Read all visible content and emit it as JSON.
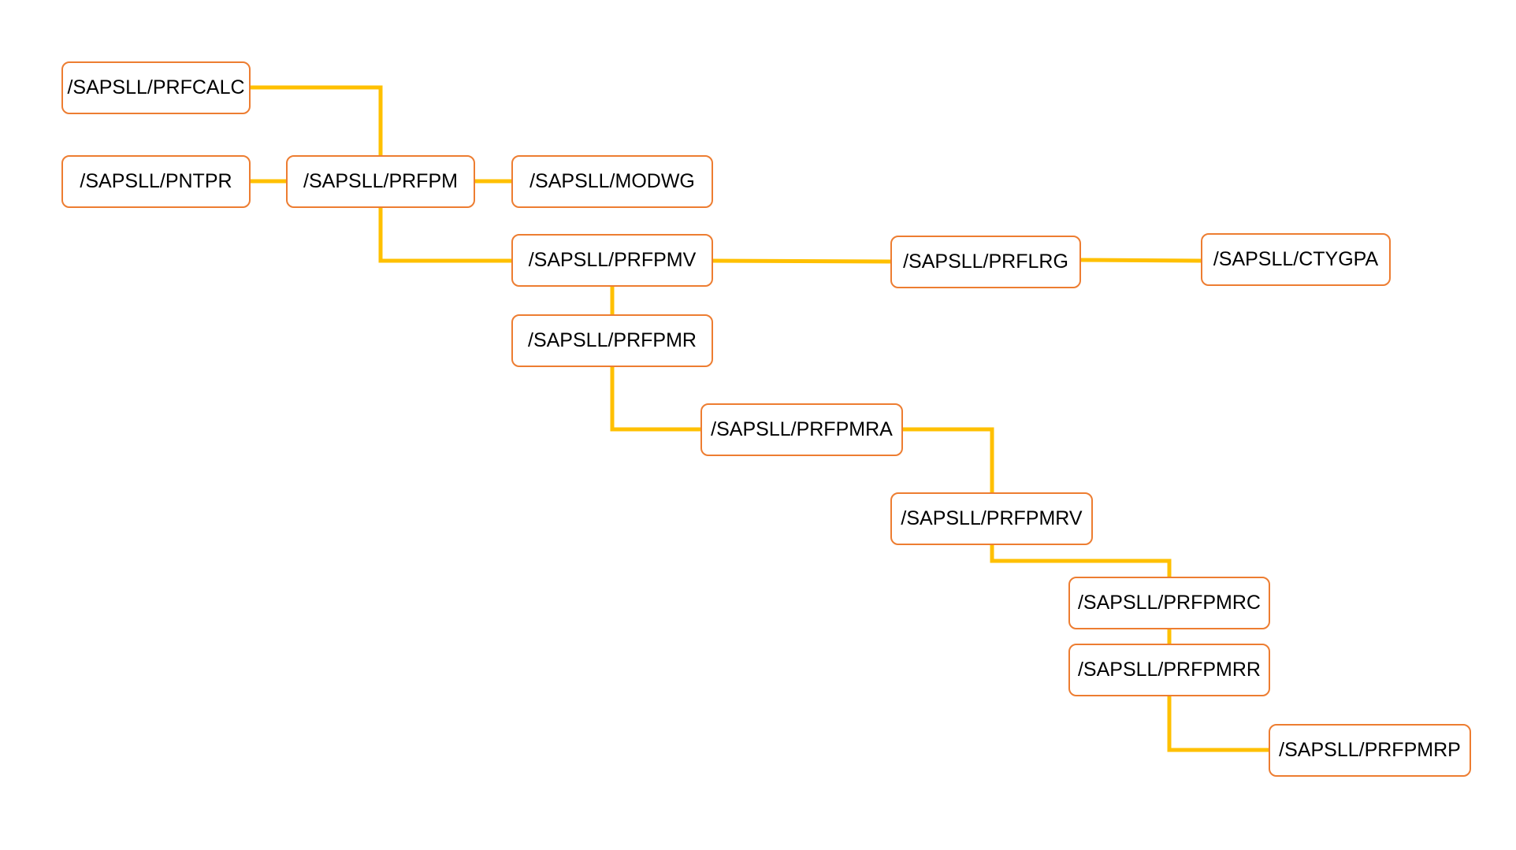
{
  "colors": {
    "node_border": "#ED7D31",
    "connector": "#FFC000",
    "text": "#000000",
    "background": "#FFFFFF"
  },
  "nodes": {
    "prfcalc": "/SAPSLL/PRFCALC",
    "pntpr": "/SAPSLL/PNTPR",
    "prfpm": "/SAPSLL/PRFPM",
    "modwg": "/SAPSLL/MODWG",
    "prfpmv": "/SAPSLL/PRFPMV",
    "prflrg": "/SAPSLL/PRFLRG",
    "ctygpa": "/SAPSLL/CTYGPA",
    "prfpmr": "/SAPSLL/PRFPMR",
    "prfpmra": "/SAPSLL/PRFPMRA",
    "prfpmrv": "/SAPSLL/PRFPMRV",
    "prfpmrc": "/SAPSLL/PRFPMRC",
    "prfpmrr": "/SAPSLL/PRFPMRR",
    "prfpmrp": "/SAPSLL/PRFPMRP"
  },
  "edges": [
    [
      "prfcalc",
      "prfpm"
    ],
    [
      "pntpr",
      "prfpm"
    ],
    [
      "prfpm",
      "modwg"
    ],
    [
      "prfpm",
      "prfpmv"
    ],
    [
      "prfpmv",
      "prflrg"
    ],
    [
      "prflrg",
      "ctygpa"
    ],
    [
      "prfpmv",
      "prfpmr"
    ],
    [
      "prfpmr",
      "prfpmra"
    ],
    [
      "prfpmra",
      "prfpmrv"
    ],
    [
      "prfpmrv",
      "prfpmrc"
    ],
    [
      "prfpmrc",
      "prfpmrr"
    ],
    [
      "prfpmrr",
      "prfpmrp"
    ]
  ]
}
